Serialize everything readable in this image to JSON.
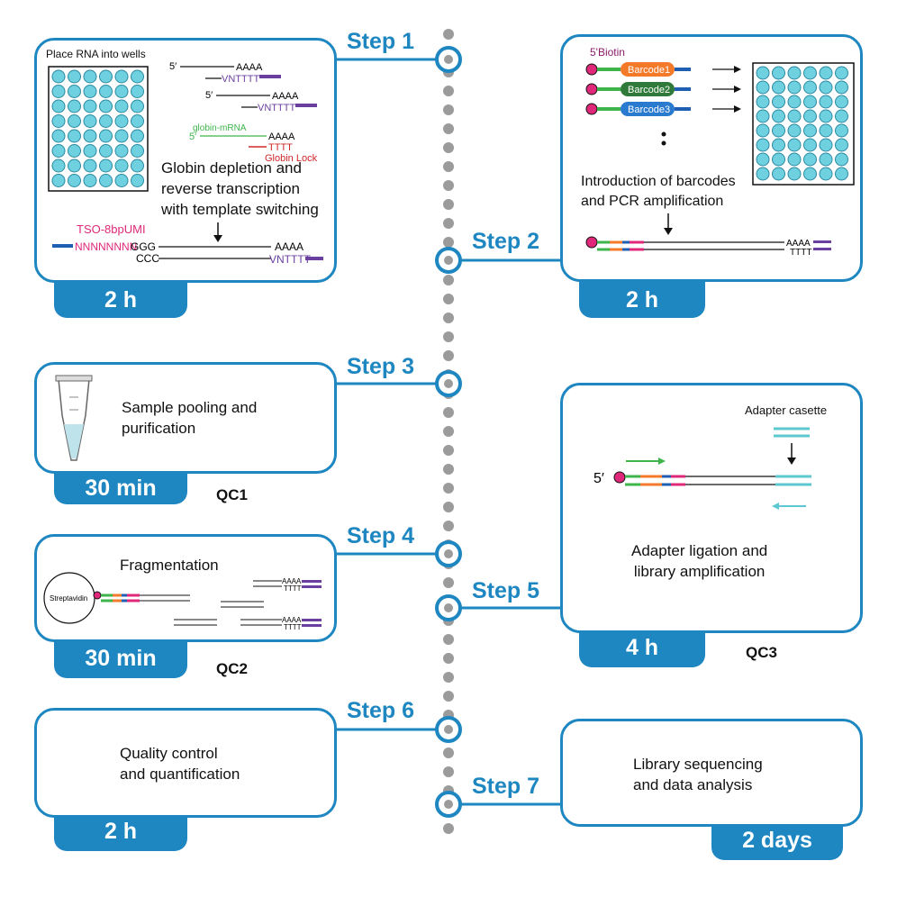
{
  "steps": [
    {
      "label": "Step 1",
      "duration": "2 h",
      "desc_lines": [
        "Globin depletion and",
        "reverse transcription",
        "with template switching"
      ]
    },
    {
      "label": "Step 2",
      "duration": "2 h",
      "desc_lines": [
        "Introduction of barcodes",
        "and PCR amplification"
      ]
    },
    {
      "label": "Step 3",
      "duration": "30 min",
      "desc_lines": [
        "Sample pooling and",
        "purification"
      ],
      "qc": "QC1"
    },
    {
      "label": "Step 4",
      "duration": "30 min",
      "desc_lines": [
        "Fragmentation"
      ],
      "qc": "QC2"
    },
    {
      "label": "Step 5",
      "duration": "4 h",
      "desc_lines": [
        "Adapter ligation and",
        "library amplification"
      ],
      "qc": "QC3"
    },
    {
      "label": "Step 6",
      "duration": "2 h",
      "desc_lines": [
        "Quality control",
        "and quantification"
      ]
    },
    {
      "label": "Step 7",
      "duration": "2 days",
      "desc_lines": [
        "Library sequencing",
        "and data analysis"
      ]
    }
  ],
  "step1_fig": {
    "plate_title": "Place RNA into wells",
    "five_prime": "5′",
    "poly_a": "AAAA",
    "vntttt": "VNTTTT",
    "globin_mrna": "globin-mRNA",
    "tttt": "TTTT",
    "globin_lock": "Globin Lock",
    "tso": "TSO-8bpUMI",
    "umi": "NNNNNNNN",
    "ggg": "GGG",
    "ccc": "CCC"
  },
  "step2_fig": {
    "biotin": "5'Biotin",
    "barcodes": [
      "Barcode1",
      "Barcode2",
      "Barcode3"
    ],
    "poly_a": "AAAA",
    "tttt": "TTTT"
  },
  "step4_fig": {
    "streptavidin": "Streptavidin",
    "poly_a": "AAAA",
    "tttt": "TTTT"
  },
  "step5_fig": {
    "adapter": "Adapter casette",
    "five_prime": "5′"
  },
  "colors": {
    "accent": "#1e87c1",
    "well": "#6fd0e0",
    "magenta": "#e0287a",
    "green": "#3db54a",
    "orange": "#f47a2a",
    "blue": "#1f5fb3",
    "purple": "#6a3fa0",
    "red": "#d02828",
    "teal": "#5cc8d0"
  }
}
